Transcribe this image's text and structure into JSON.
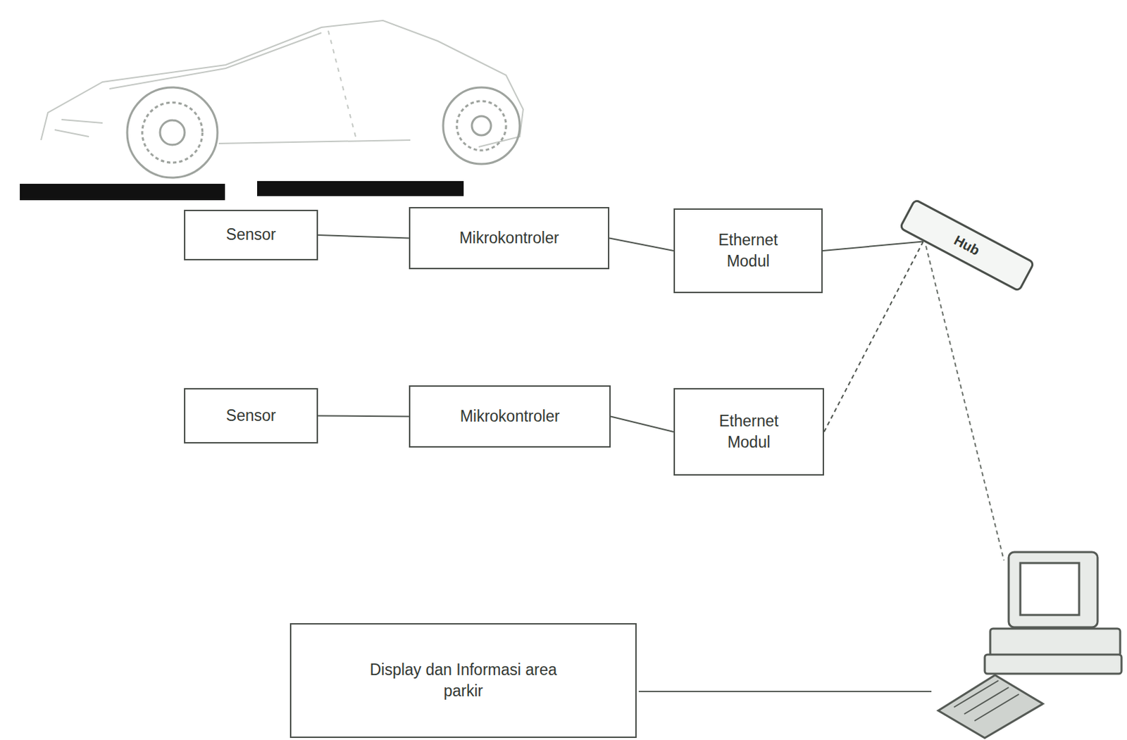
{
  "diagram": {
    "nodes": [
      {
        "text": [
          "Sensor"
        ]
      },
      {
        "text": [
          "Mikrokontroler"
        ]
      },
      {
        "text": [
          "Ethernet Modul"
        ]
      },
      {
        "text": [
          "Hub"
        ]
      },
      {
        "text": [
          "Sensor"
        ]
      },
      {
        "text": [
          "Mikrokontroler"
        ]
      },
      {
        "text": [
          "Ethernet Modul"
        ]
      },
      {
        "text": [
          "Display dan Informasi area parkir"
        ]
      }
    ],
    "edges": [
      {
        "from": 0,
        "to": 1,
        "arrow": "none"
      },
      {
        "from": 1,
        "to": 2,
        "arrow": "none"
      },
      {
        "from": 2,
        "to": 3,
        "arrow": "none"
      },
      {
        "from": 4,
        "to": 5,
        "arrow": "none"
      },
      {
        "from": 5,
        "to": 6,
        "arrow": "none"
      },
      {
        "from": 6,
        "to": 3,
        "arrow": "none"
      }
    ]
  }
}
